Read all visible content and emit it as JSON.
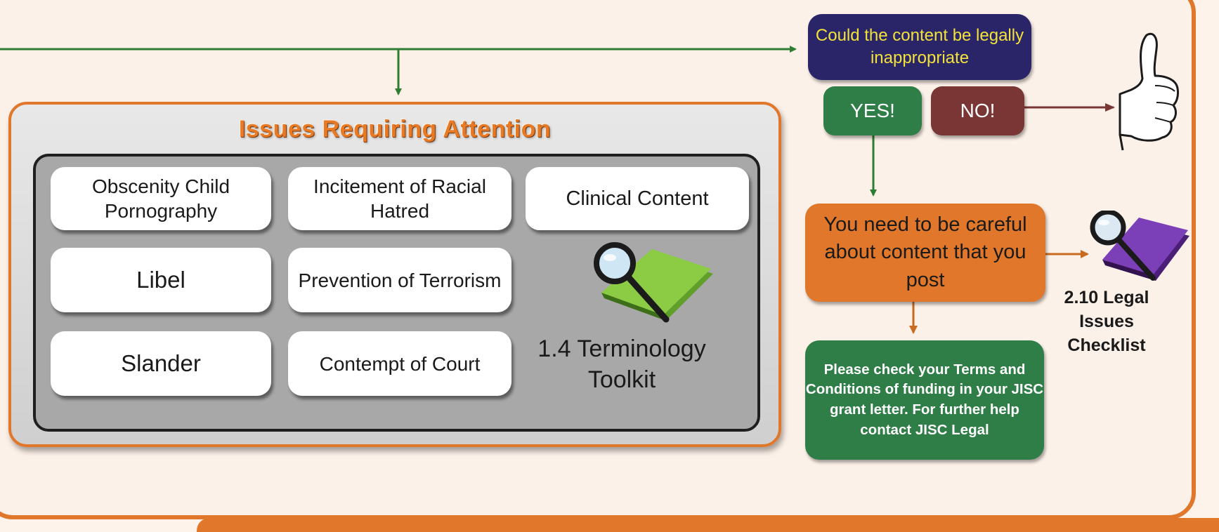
{
  "issues_panel": {
    "title": "Issues Requiring Attention",
    "items": [
      "Obscenity Child Pornography",
      "Incitement of Racial Hatred",
      "Clinical Content",
      "Libel",
      "Prevention of Terrorism",
      "Slander",
      "Contempt of Court"
    ],
    "toolkit_label": "1.4 Terminology Toolkit"
  },
  "decision": {
    "question": "Could the content be legally inappropriate",
    "yes_label": "YES!",
    "no_label": "NO!"
  },
  "careful_box": {
    "text": "You need to be careful about content that you post"
  },
  "advice_box": {
    "text": "Please check your Terms and Conditions of funding in your JISC grant letter. For further help contact JISC Legal"
  },
  "checklist": {
    "label": "2.10 Legal Issues Checklist"
  },
  "colors": {
    "frame_orange": "#e0772a",
    "navy": "#2a2468",
    "question_text": "#f2e23a",
    "yes_green": "#2f7d47",
    "no_red": "#7a3535",
    "arrow_green": "#2e7d32",
    "arrow_orange": "#c86a20",
    "book_green": "#7fbf3a",
    "book_purple": "#6a2fa0"
  },
  "icons": [
    "thumbs-up-icon",
    "magnifier-book-icon",
    "magnifier-book-purple-icon"
  ]
}
